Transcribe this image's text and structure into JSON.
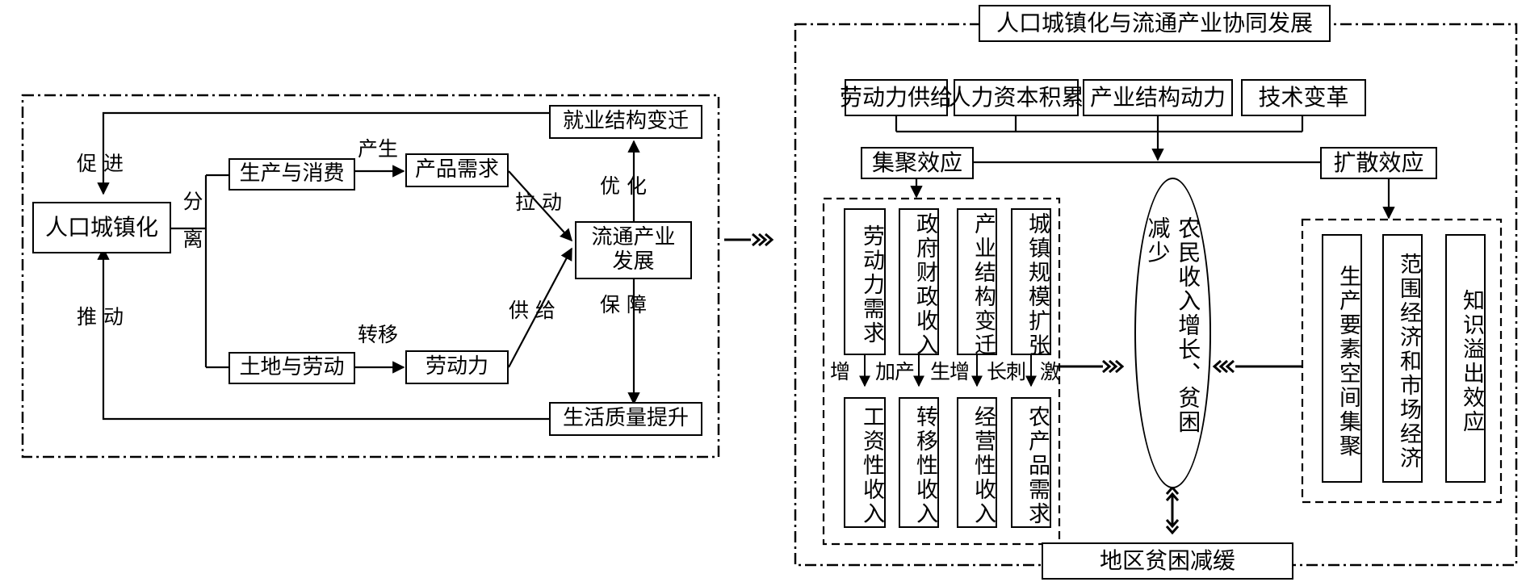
{
  "left": {
    "population_urbanization": "人口城镇化",
    "production_consumption": "生产与消费",
    "land_labor": "土地与劳动",
    "product_demand": "产品需求",
    "labor_force": "劳动力",
    "circulation_industry": "流通产业发展",
    "employment_change": "就业结构变迁",
    "quality_of_life": "生活质量提升",
    "label_promote": "促 进",
    "label_push": "推 动",
    "label_separate": "分离",
    "label_generate": "产生",
    "label_transfer": "转移",
    "label_pull": "拉 动",
    "label_supply": "供 给",
    "label_optimize": "优 化",
    "label_guarantee": "保 障"
  },
  "right": {
    "title": "人口城镇化与流通产业协同发展",
    "drivers": [
      "劳动力供给",
      "人力资本积累",
      "产业结构动力",
      "技术变革"
    ],
    "agglomeration": "集聚效应",
    "diffusion": "扩散效应",
    "agg_top": [
      "劳动力需求",
      "政府财政收入",
      "产业结构变迁",
      "城镇规模扩张"
    ],
    "agg_mid_labels": [
      "增",
      "加",
      "产",
      "生",
      "增",
      "长",
      "刺",
      "激"
    ],
    "agg_bottom": [
      "工资性收入",
      "转移性收入",
      "经营性收入",
      "农产品需求"
    ],
    "center_oval": "农民收入增长、贫困减少",
    "diffusion_items": [
      "生产要素空间集聚",
      "范围经济和市场经济",
      "知识溢出效应"
    ],
    "bottom": "地区贫困减缓"
  }
}
